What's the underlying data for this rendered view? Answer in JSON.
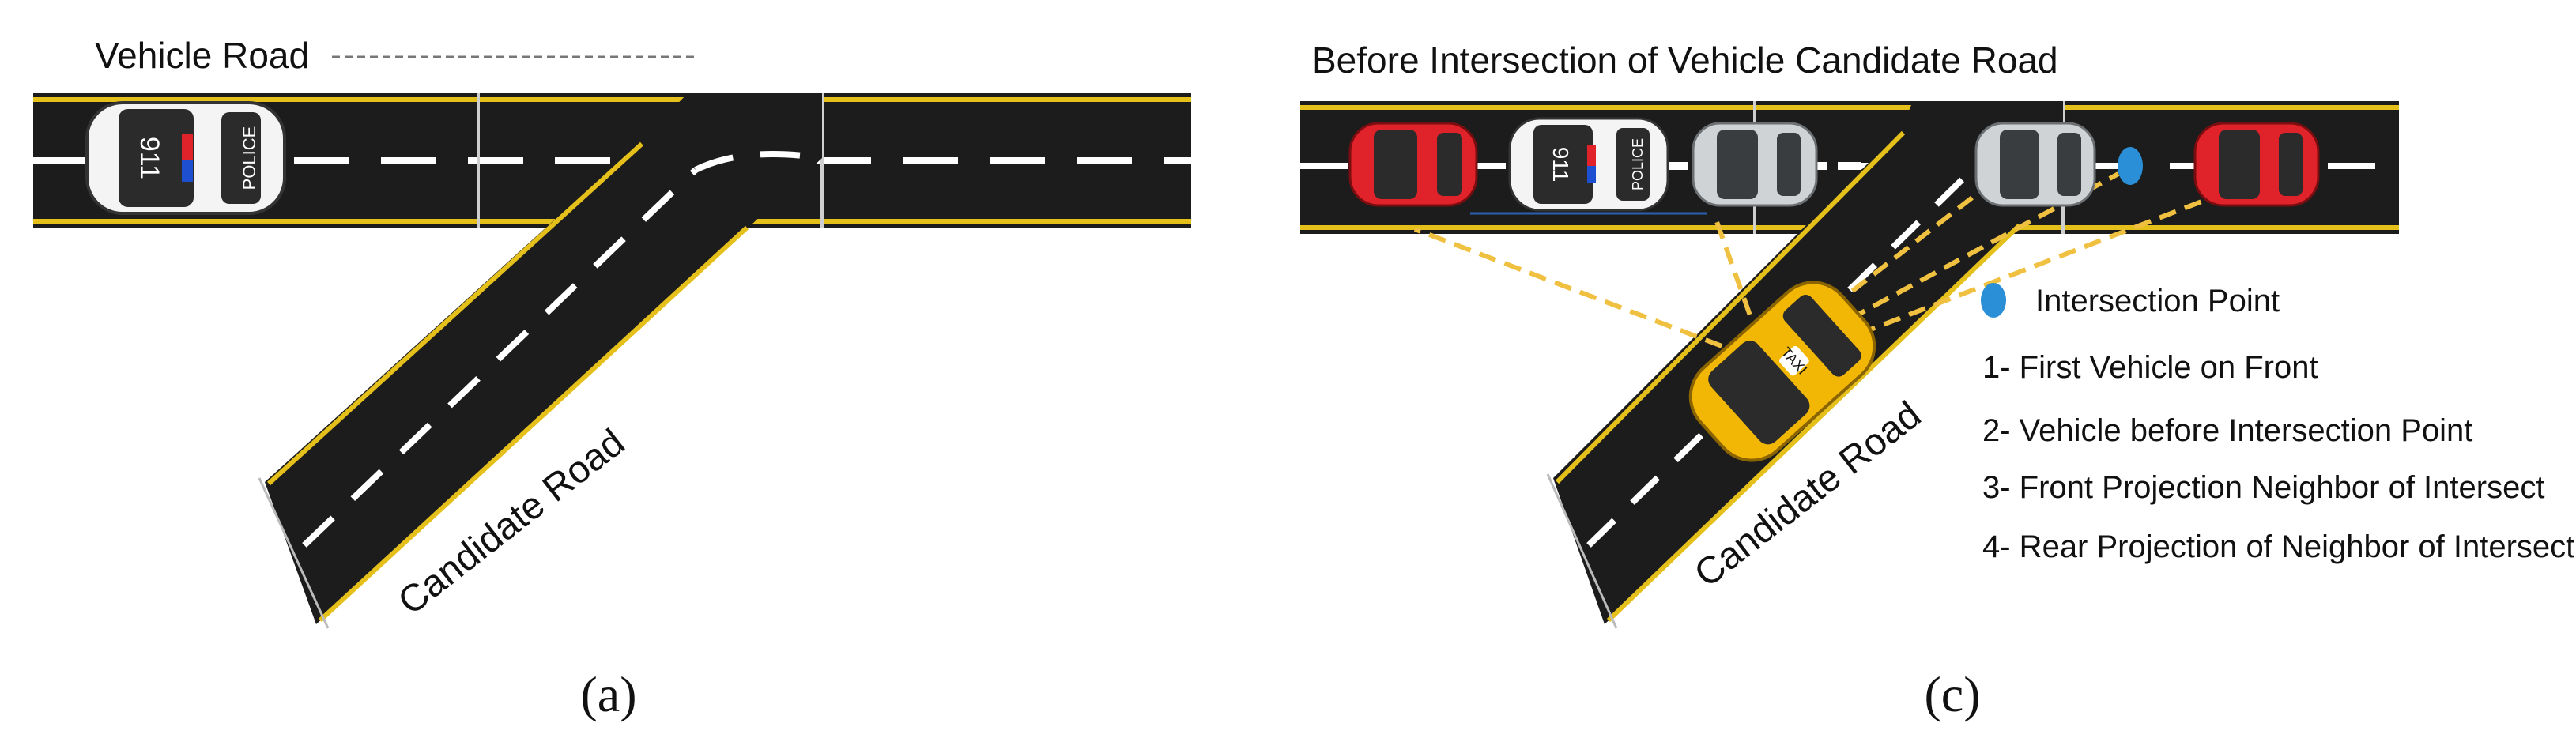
{
  "panel_a": {
    "vehicle_road_label": "Vehicle Road",
    "candidate_road_label": "Candidate Road",
    "police_car_text": "POLICE",
    "police_car_number": "911",
    "caption": "(a)"
  },
  "panel_c": {
    "title": "Before Intersection of Vehicle Candidate Road",
    "candidate_road_label": "Candidate Road",
    "police_car_text": "POLICE",
    "police_car_number": "911",
    "taxi_text": "TAXI",
    "legend": {
      "intersection_point": "Intersection Point",
      "items": [
        "1- First Vehicle on Front",
        "2- Vehicle before Intersection Point",
        "3- Front Projection Neighbor of Intersect",
        "4- Rear Projection of Neighbor of Intersect"
      ]
    },
    "caption": "(c)"
  },
  "colors": {
    "asphalt": "#1c1c1c",
    "road_edge_yellow": "#e5c01a",
    "lane_dash_white": "#ffffff",
    "projection_line": "#f0c040",
    "intersection_point": "#2a8fd6",
    "red_car": "#e0222a",
    "taxi_yellow": "#f2b705",
    "police_car_white": "#f4f4f4",
    "gray_car": "#cfd3d6"
  }
}
